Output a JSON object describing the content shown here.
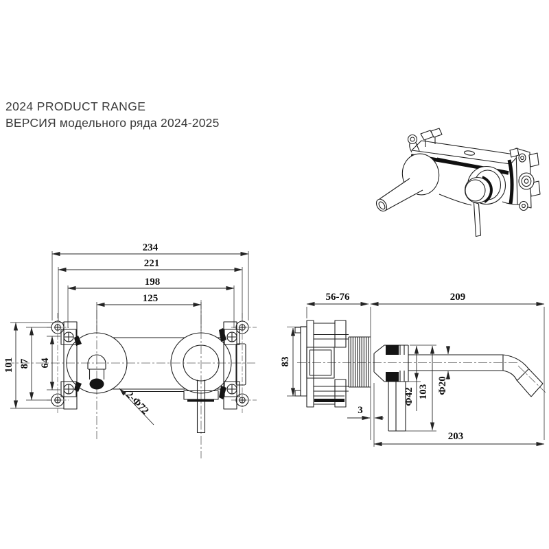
{
  "header": {
    "line1": "2024 PRODUCT RANGE",
    "line2": "ВЕРСИЯ модельного ряда 2024-2025"
  },
  "front_view": {
    "h_dims": [
      "234",
      "221",
      "198",
      "125"
    ],
    "v_dims": [
      "101",
      "87",
      "64"
    ],
    "callout": "2-Φ72"
  },
  "side_view": {
    "top_dims": [
      "56-76",
      "209"
    ],
    "height_dim": "83",
    "gap_dim": "3",
    "bottom_dim": "203",
    "escutcheon_diameter": "Φ42",
    "drop_height": "103",
    "spout_diameter": "Φ20"
  }
}
